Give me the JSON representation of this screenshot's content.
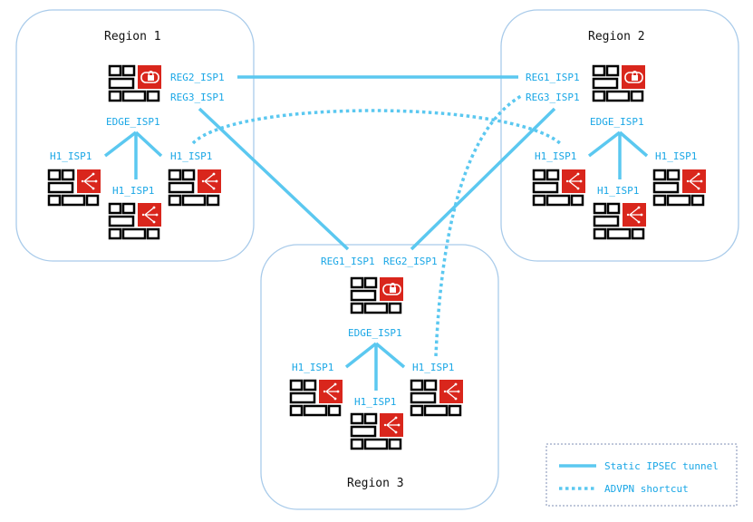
{
  "colors": {
    "tunnel": "#5bc8f0",
    "label": "#1aa7e6",
    "region_border": "#a9cbea",
    "device_red": "#d9261c",
    "legend_border": "#7f8fb5"
  },
  "regions": [
    {
      "title": "Region 1",
      "edge_label": "EDGE_ISP1",
      "edge_ports": [
        "REG2_ISP1",
        "REG3_ISP1"
      ],
      "hub_labels": [
        "H1_ISP1",
        "H1_ISP1",
        "H1_ISP1"
      ]
    },
    {
      "title": "Region 2",
      "edge_label": "EDGE_ISP1",
      "edge_ports": [
        "REG1_ISP1",
        "REG3_ISP1"
      ],
      "hub_labels": [
        "H1_ISP1",
        "H1_ISP1",
        "H1_ISP1"
      ]
    },
    {
      "title": "Region 3",
      "edge_label": "EDGE_ISP1",
      "edge_ports": [
        "REG1_ISP1",
        "REG2_ISP1"
      ],
      "hub_labels": [
        "H1_ISP1",
        "H1_ISP1",
        "H1_ISP1"
      ]
    }
  ],
  "icons": {
    "edge": "vpn-firewall-icon",
    "hub": "sdwan-firewall-icon"
  },
  "links": [
    {
      "from": "Region 1 REG2_ISP1",
      "to": "Region 2 REG1_ISP1",
      "type": "Static IPSEC tunnel"
    },
    {
      "from": "Region 1 REG3_ISP1",
      "to": "Region 3 REG1_ISP1",
      "type": "Static IPSEC tunnel"
    },
    {
      "from": "Region 2 REG3_ISP1",
      "to": "Region 3 REG2_ISP1",
      "type": "Static IPSEC tunnel"
    },
    {
      "from": "Region 1 H1_ISP1",
      "to": "Region 2 H1_ISP1",
      "type": "ADVPN shortcut"
    },
    {
      "from": "Region 3 H1_ISP1",
      "to": "Region 2 REG3_ISP1",
      "type": "ADVPN shortcut"
    }
  ],
  "legend": {
    "items": [
      {
        "label": "Static IPSEC tunnel",
        "style": "solid"
      },
      {
        "label": "ADVPN shortcut",
        "style": "dotted"
      }
    ]
  }
}
